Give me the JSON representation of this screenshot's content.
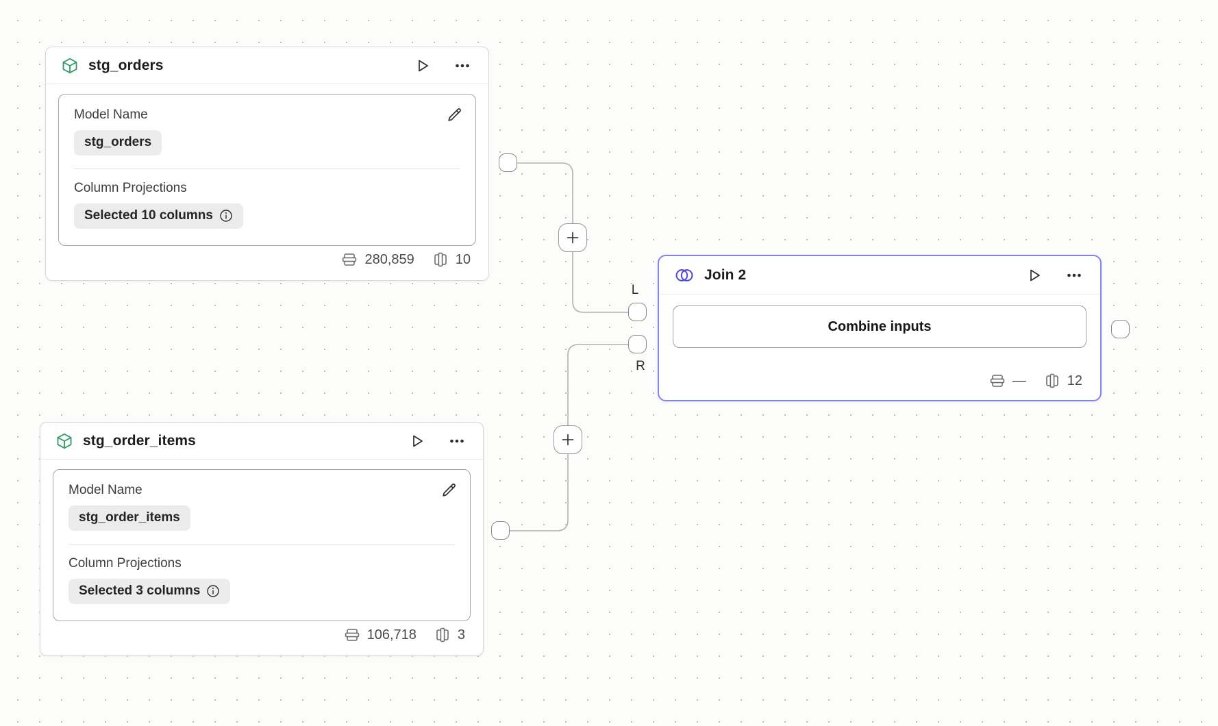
{
  "colors": {
    "model_accent_green": "#2f9e68",
    "join_accent_indigo": "#4f4cd9",
    "selected_border": "#8381f2",
    "edge_gray": "#b3b1ae"
  },
  "nodes": {
    "stg_orders": {
      "type_icon": "cube-icon",
      "title": "stg_orders",
      "model_name": {
        "label": "Model Name",
        "value": "stg_orders"
      },
      "column_projections": {
        "label": "Column Projections",
        "value": "Selected 10 columns"
      },
      "stats": {
        "row_count": "280,859",
        "column_count": "10"
      }
    },
    "stg_order_items": {
      "type_icon": "cube-icon",
      "title": "stg_order_items",
      "model_name": {
        "label": "Model Name",
        "value": "stg_order_items"
      },
      "column_projections": {
        "label": "Column Projections",
        "value": "Selected 3 columns"
      },
      "stats": {
        "row_count": "106,718",
        "column_count": "3"
      }
    },
    "join_2": {
      "type_icon": "venn-icon",
      "title": "Join 2",
      "combine_button_label": "Combine inputs",
      "stats": {
        "row_count": "—",
        "column_count": "12"
      },
      "input_ports": {
        "left": "L",
        "right": "R"
      }
    }
  }
}
